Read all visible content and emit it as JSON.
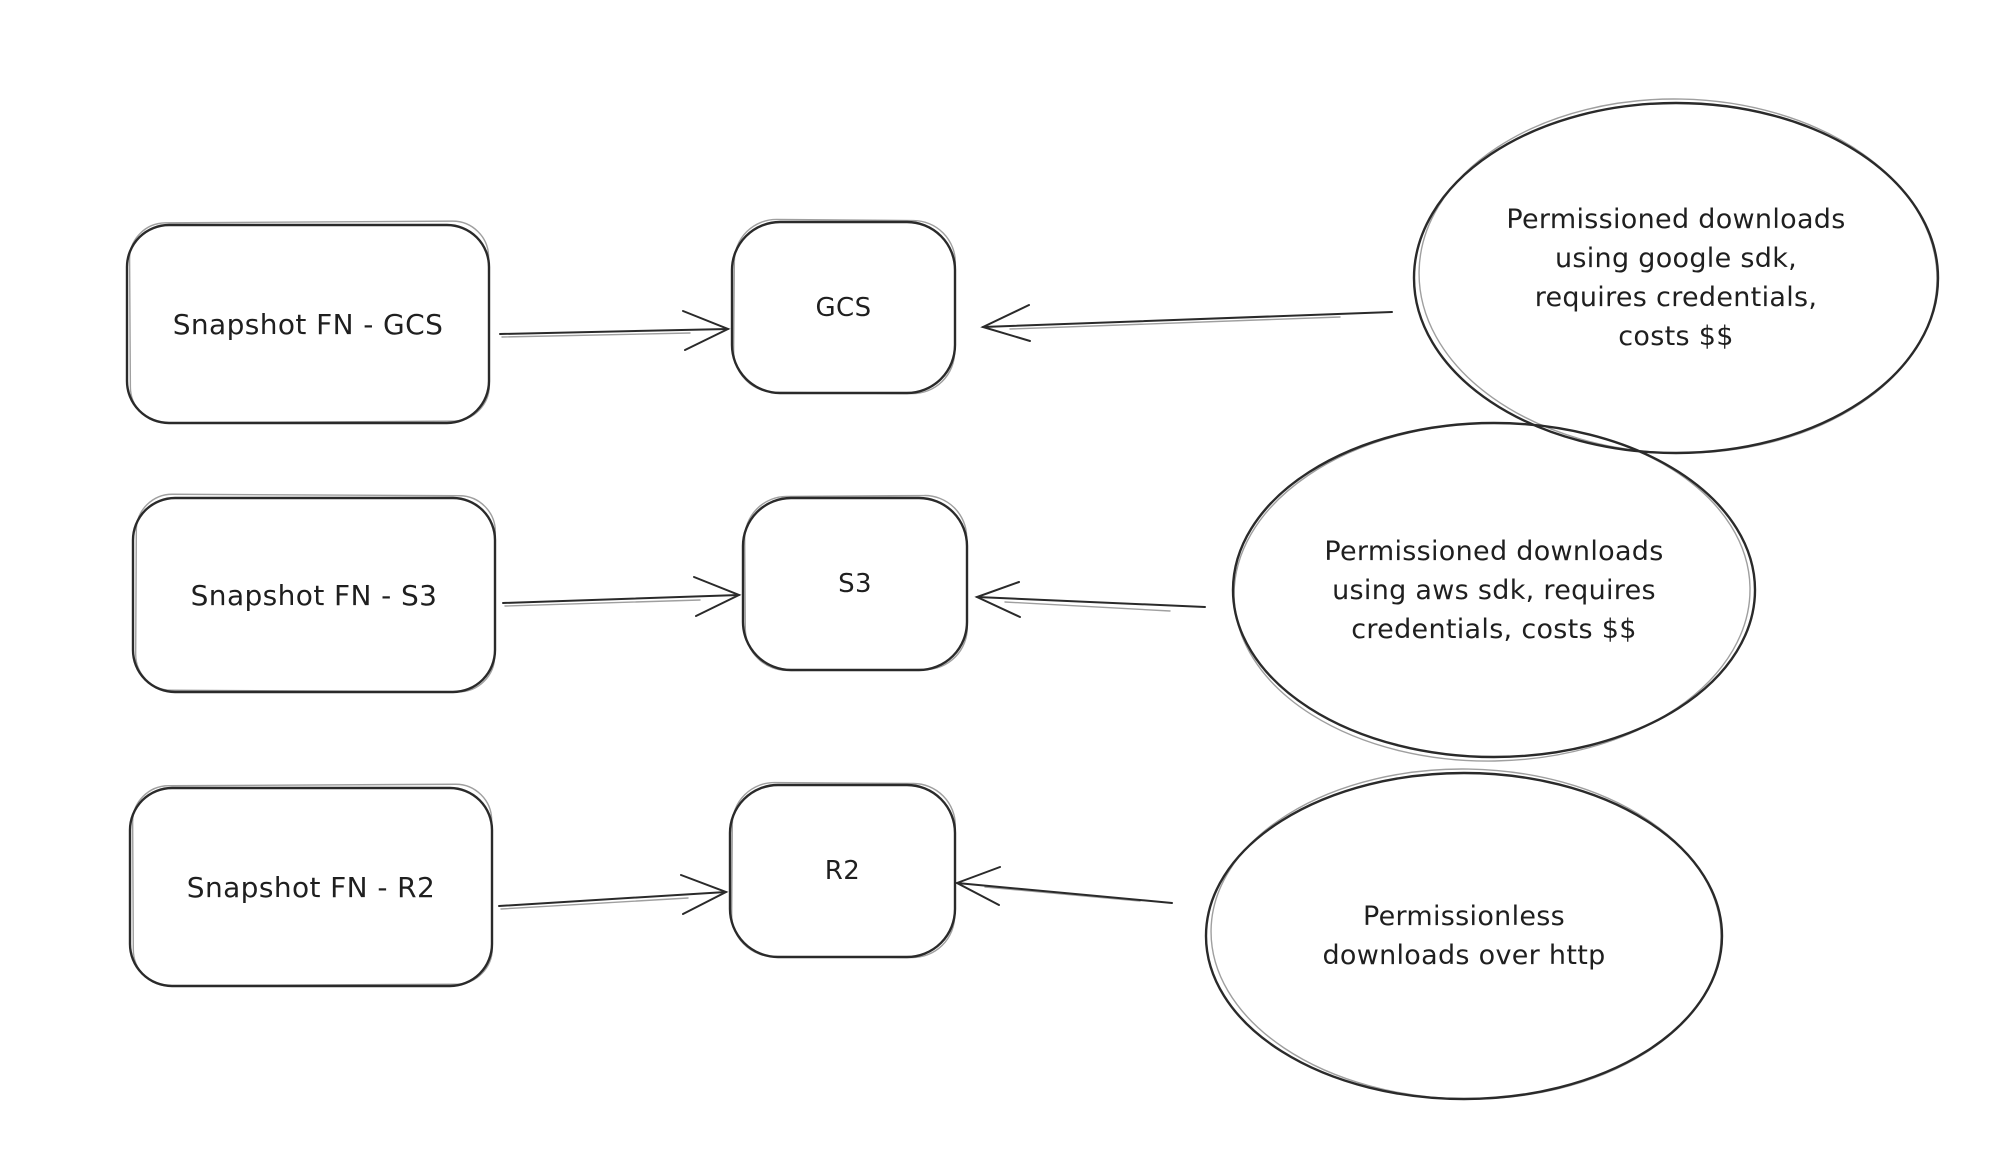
{
  "diagram": {
    "background": "#ffffff",
    "ink": "#2a2a2a",
    "rows": [
      {
        "id": "gcs",
        "source_label": "Snapshot FN - GCS",
        "storage_label": "GCS",
        "note_lines": [
          "Permissioned downloads",
          "using google sdk,",
          "requires credentials,",
          "costs $$"
        ]
      },
      {
        "id": "s3",
        "source_label": "Snapshot FN - S3",
        "storage_label": "S3",
        "note_lines": [
          "Permissioned downloads",
          "using aws sdk, requires",
          "credentials, costs $$"
        ]
      },
      {
        "id": "r2",
        "source_label": "Snapshot FN - R2",
        "storage_label": "R2",
        "note_lines": [
          "Permissionless",
          "downloads over http"
        ]
      }
    ]
  }
}
